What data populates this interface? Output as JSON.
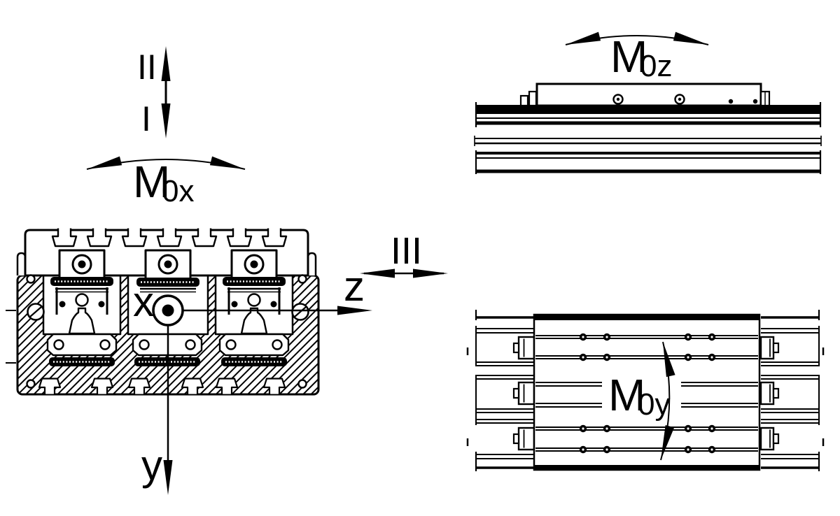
{
  "labels": {
    "direction_up": "II",
    "direction_down": "I",
    "direction_lateral": "III",
    "axis_x": "x",
    "axis_y": "y",
    "axis_z": "z",
    "moment_x_base": "M",
    "moment_x_sub": "0x",
    "moment_y_base": "M",
    "moment_y_sub": "0y",
    "moment_z_base": "M",
    "moment_z_sub": "0z"
  },
  "colors": {
    "ink": "#000000",
    "background": "#ffffff"
  }
}
